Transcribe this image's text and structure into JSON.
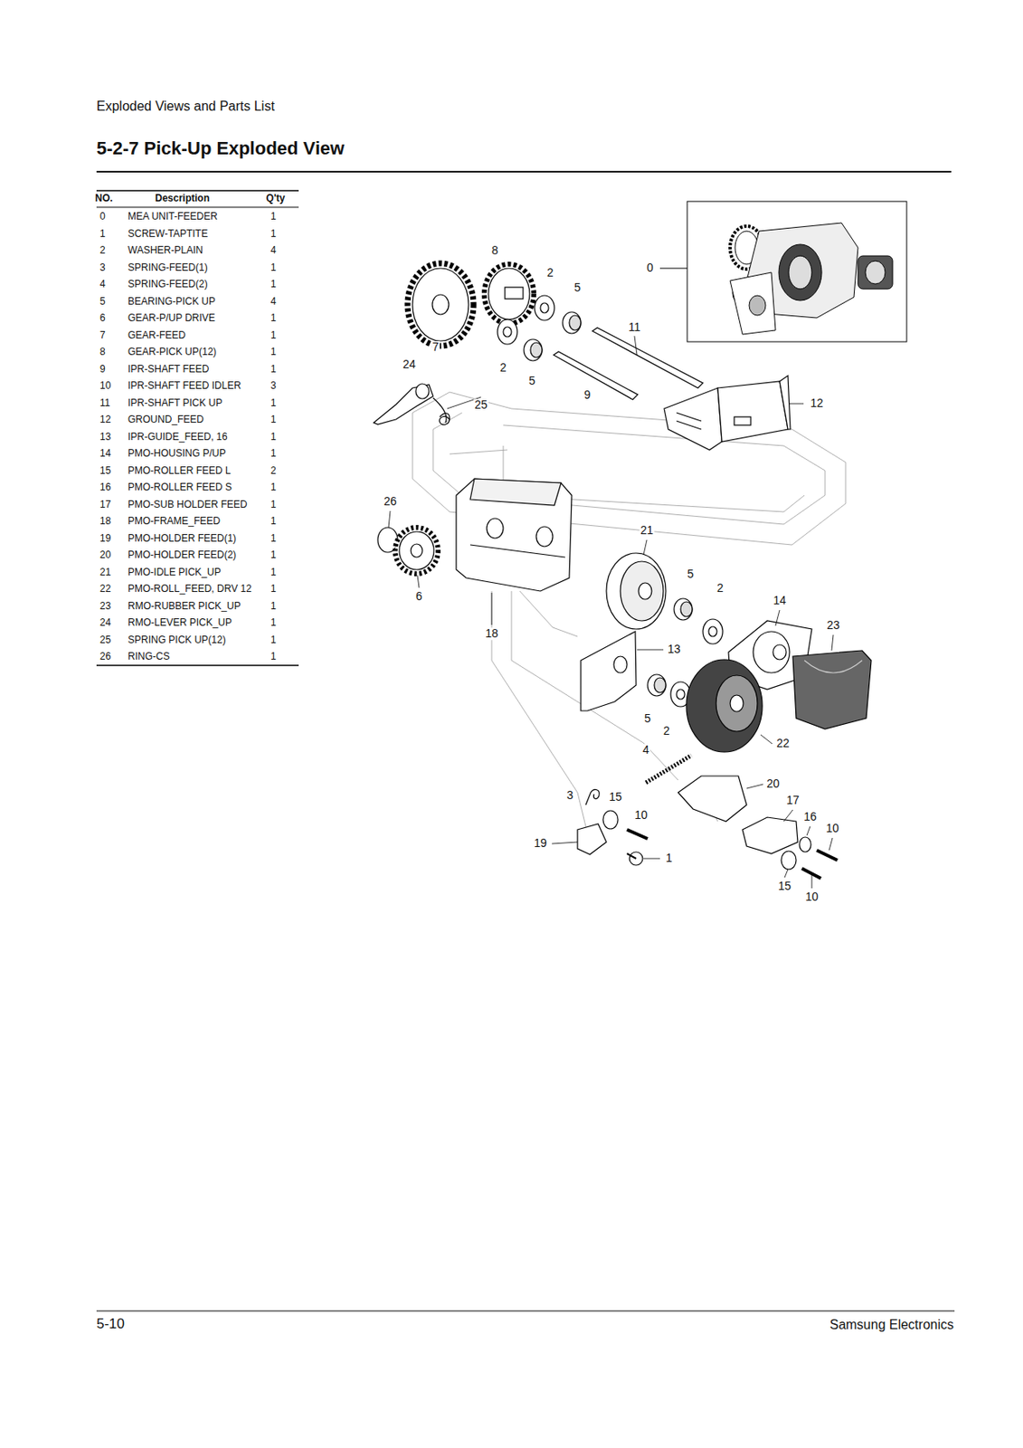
{
  "diagram": {
    "title": "5-2-7 Pick-Up Exploded View",
    "labels": [
      "Exploded Views and Parts List",
      "NO.",
      "Description",
      "Q'ty",
      "0",
      "MEA UNIT-FEEDER",
      "1",
      "1",
      "SCREW-TAPTITE",
      "1",
      "2",
      "WASHER-PLAIN",
      "4",
      "3",
      "SPRING-FEED(1)",
      "1",
      "4",
      "SPRING-FEED(2)",
      "1",
      "5",
      "BEARING-PICK UP",
      "4",
      "6",
      "GEAR-P/UP DRIVE",
      "1",
      "7",
      "GEAR-FEED",
      "1",
      "8",
      "GEAR-PICK UP(12)",
      "1",
      "9",
      "IPR-SHAFT FEED",
      "1",
      "10",
      "IPR-SHAFT FEED IDLER",
      "3",
      "11",
      "IPR-SHAFT PICK UP",
      "1",
      "12",
      "GROUND_FEED",
      "1",
      "13",
      "IPR-GUIDE_FEED, 16",
      "1",
      "14",
      "PMO-HOUSING P/UP",
      "1",
      "15",
      "PMO-ROLLER FEED L",
      "2",
      "16",
      "PMO-ROLLER FEED S",
      "1",
      "17",
      "PMO-SUB HOLDER FEED",
      "1",
      "18",
      "PMO-FRAME_FEED",
      "1",
      "19",
      "PMO-HOLDER FEED(1)",
      "1",
      "20",
      "PMO-HOLDER FEED(2)",
      "1",
      "21",
      "PMO-IDLE PICK_UP",
      "1",
      "22",
      "PMO-ROLL_FEED, DRV 12",
      "1",
      "23",
      "RMO-RUBBER PICK_UP",
      "1",
      "24",
      "RMO-LEVER PICK_UP",
      "1",
      "25",
      "SPRING PICK UP(12)",
      "1",
      "26",
      "RING-CS",
      "1",
      "0",
      "8",
      "2",
      "5",
      "11",
      "7",
      "24",
      "2",
      "5",
      "9",
      "25",
      "12",
      "26",
      "21",
      "5",
      "2",
      "6",
      "14",
      "23",
      "18",
      "13",
      "5",
      "2",
      "22",
      "4",
      "20",
      "3",
      "15",
      "17",
      "10",
      "16",
      "10",
      "19",
      "1",
      "15",
      "10",
      "5-10",
      "Samsung Electronics"
    ]
  }
}
